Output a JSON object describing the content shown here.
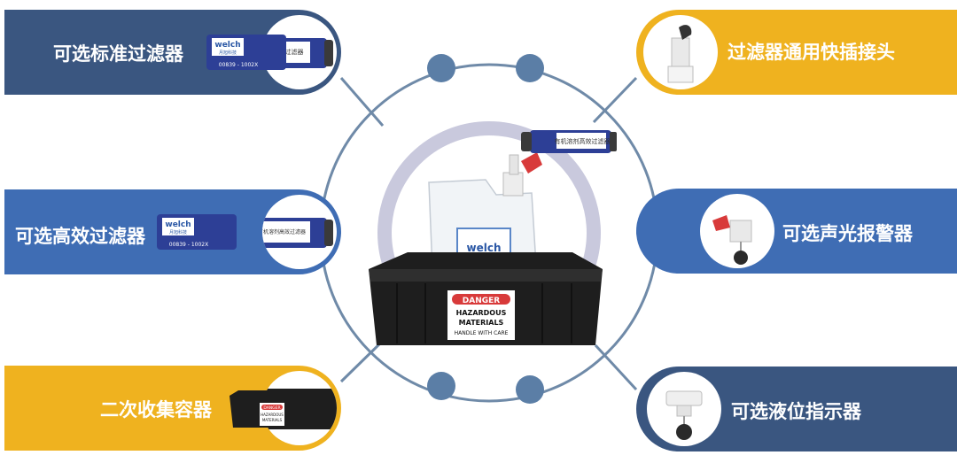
{
  "features": {
    "top_left": "可选标准过滤器",
    "mid_left": "可选高效过滤器",
    "bottom_left": "二次收集容器",
    "top_right": "过滤器通用快插接头",
    "mid_right": "可选声光报警器",
    "bottom_right": "可选液位指示器"
  },
  "brand": {
    "logo": "welch",
    "logo_sub": "月旭科技"
  },
  "filter_labels": {
    "standard": "有机标准过滤器",
    "standard_code": "00839 - 1002X",
    "high_eff": "有机溶剂高效过滤器",
    "high_eff_code": "00839 - 1002X"
  },
  "danger_label": {
    "title": "DANGER",
    "line1": "HAZARDOUS",
    "line2": "MATERIALS",
    "line3": "HANDLE WITH CARE"
  },
  "colors": {
    "navy": "#3a5680",
    "blue": "#3f6db4",
    "yellow": "#efb21f",
    "ring": "#6f8aa8",
    "halo": "#c9c9dd"
  }
}
